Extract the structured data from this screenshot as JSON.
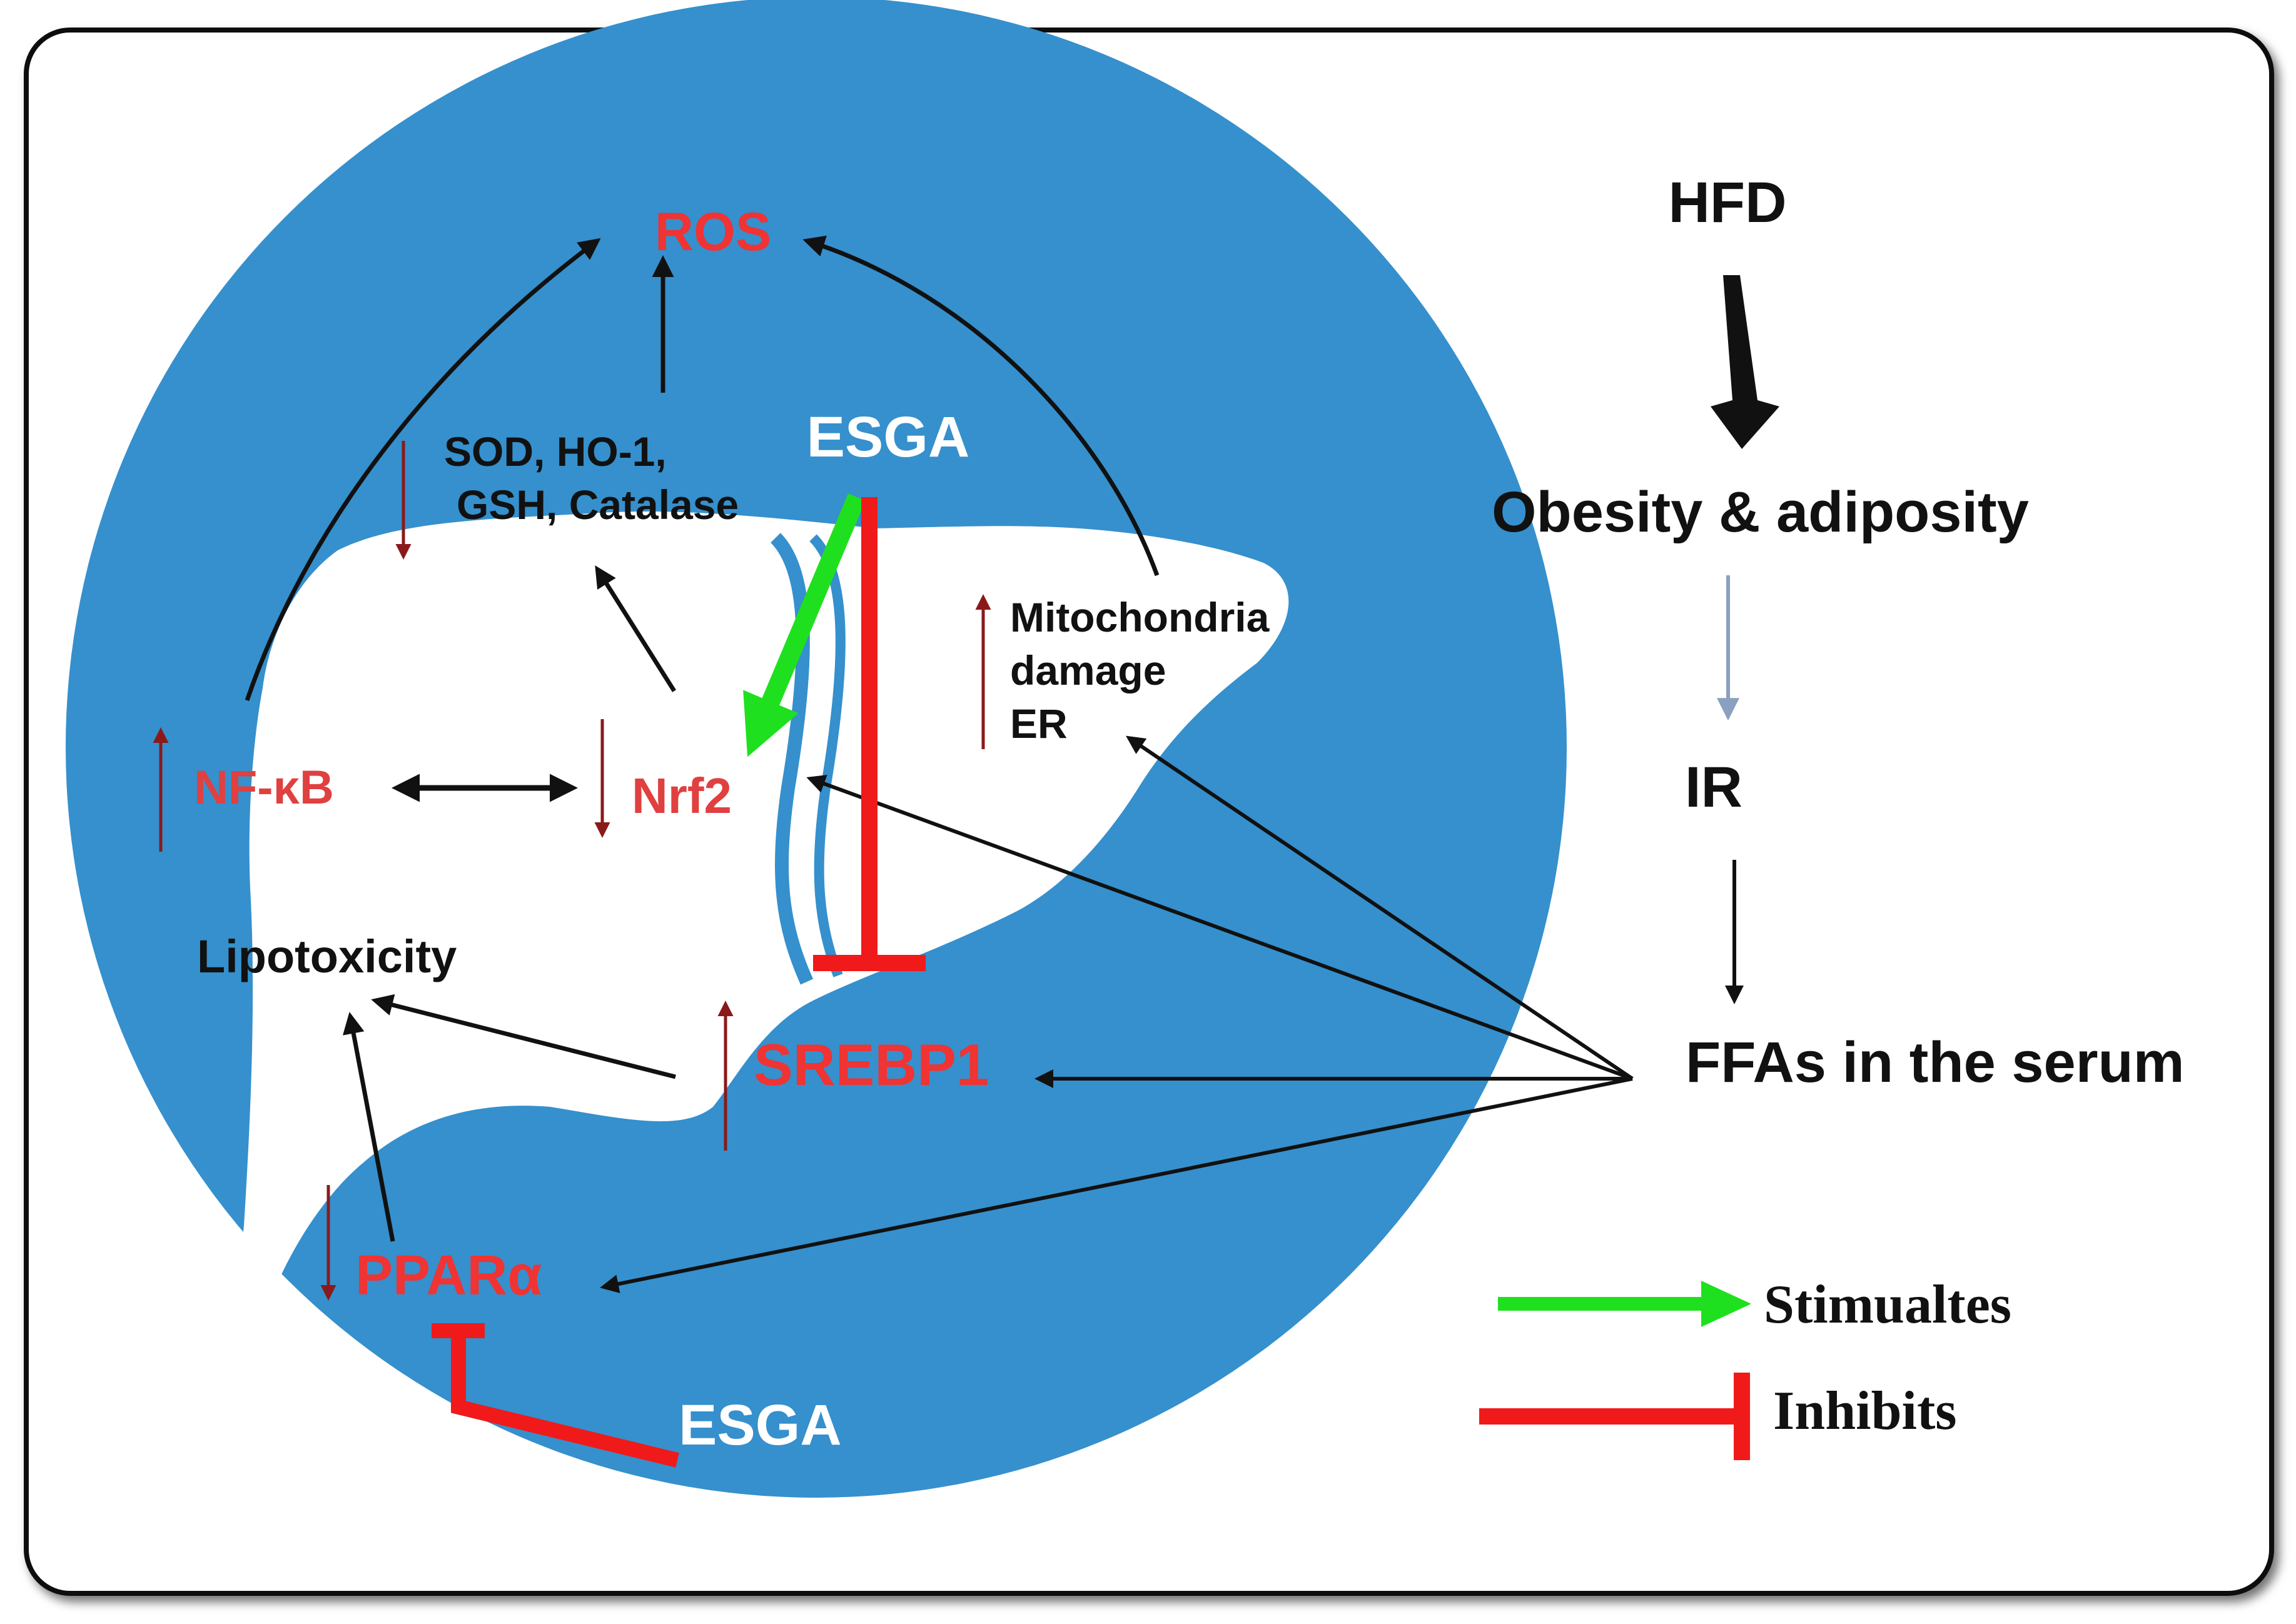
{
  "colors": {
    "circle": "#3590cd",
    "liver": "#ffffff",
    "red_label": "#f03333",
    "dark_red_arrow": "#8a1a1a",
    "stimulates": "#1fe01f",
    "inhibits": "#f01a1a",
    "black": "#111111",
    "light_arrow": "#8aa0c0"
  },
  "left_panel": {
    "ros": "ROS",
    "antioxidants_line1": "SOD, HO-1,",
    "antioxidants_line2": "GSH, Catalase",
    "esga_top": "ESGA",
    "mito_line1": "Mitochondria",
    "mito_line2": "damage",
    "mito_line3": "ER",
    "nfkb": "NF-κB",
    "nrf2": "Nrf2",
    "lipotoxicity": "Lipotoxicity",
    "srebp1": "SREBP1",
    "ppara": "PPARα",
    "esga_bottom": "ESGA"
  },
  "right_panel": {
    "hfd": "HFD",
    "obesity": "Obesity & adiposity",
    "ir": "IR",
    "ffas": "FFAs in the serum"
  },
  "legend": {
    "stimulates": "Stimualtes",
    "inhibits": "Inhibits"
  }
}
